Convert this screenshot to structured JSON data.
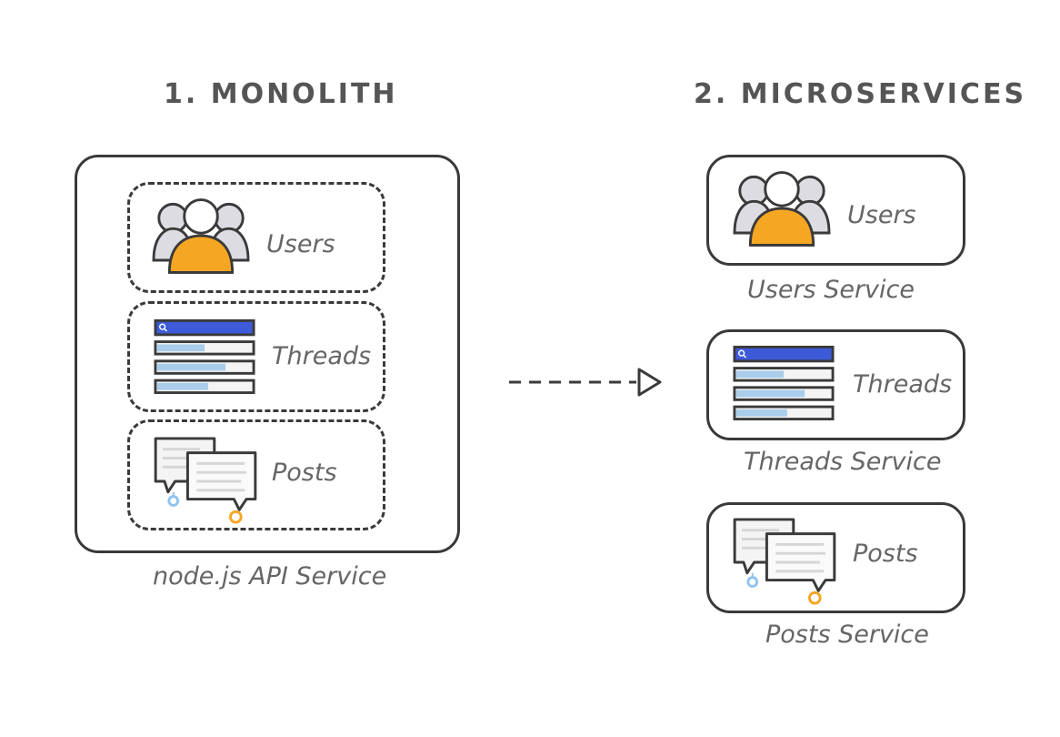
{
  "monolith": {
    "heading": "1. MONOLITH",
    "caption": "node.js API Service",
    "modules": [
      {
        "label": "Users",
        "icon": "users-group-icon"
      },
      {
        "label": "Threads",
        "icon": "thread-list-icon"
      },
      {
        "label": "Posts",
        "icon": "chat-bubbles-icon"
      }
    ]
  },
  "microservices": {
    "heading": "2. MICROSERVICES",
    "services": [
      {
        "label": "Users",
        "caption": "Users Service",
        "icon": "users-group-icon"
      },
      {
        "label": "Threads",
        "caption": "Threads Service",
        "icon": "thread-list-icon"
      },
      {
        "label": "Posts",
        "caption": "Posts Service",
        "icon": "chat-bubbles-icon"
      }
    ]
  },
  "colors": {
    "stroke": "#3a3a3a",
    "user_primary": "#f5a623",
    "user_shadow": "#d9d9de",
    "search_bar": "#3d5bd9",
    "bar_fill": "#a9cdea",
    "bubble_dot_blue": "#8fc4f0",
    "bubble_dot_orange": "#f5a623"
  }
}
